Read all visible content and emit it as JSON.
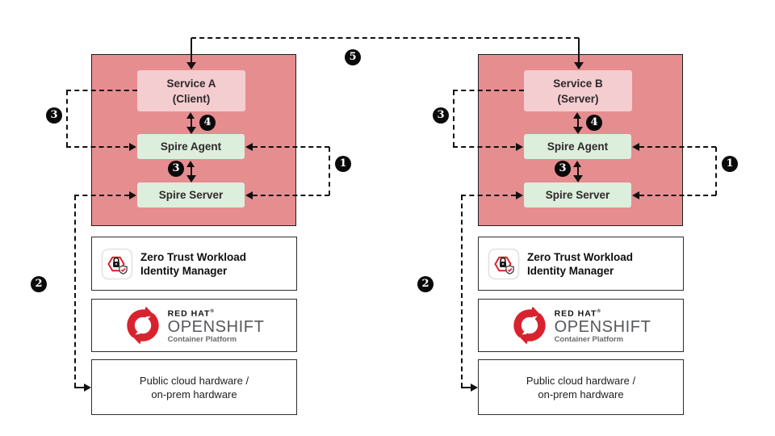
{
  "colors": {
    "container": "#E68D90",
    "service": "#F4CDD0",
    "spire": "#DCEEDC",
    "redhat_red": "#D8232E",
    "line": "#111111"
  },
  "badges": {
    "one": "1",
    "two": "2",
    "three": "3",
    "four": "4",
    "five": "5"
  },
  "clusters": [
    {
      "service_line1": "Service A",
      "service_line2": "(Client)",
      "agent_label": "Spire Agent",
      "server_label": "Spire Server",
      "operator_line1": "Zero Trust Workload",
      "operator_line2": "Identity Manager",
      "platform_brand": "RED HAT",
      "platform_trademark": "®",
      "platform_product": "OPENSHIFT",
      "platform_subtitle": "Container Platform",
      "hardware_line1": "Public cloud hardware /",
      "hardware_line2": "on-prem hardware"
    },
    {
      "service_line1": "Service B",
      "service_line2": "(Server)",
      "agent_label": "Spire Agent",
      "server_label": "Spire Server",
      "operator_line1": "Zero Trust Workload",
      "operator_line2": "Identity Manager",
      "platform_brand": "RED HAT",
      "platform_trademark": "®",
      "platform_product": "OPENSHIFT",
      "platform_subtitle": "Container Platform",
      "hardware_line1": "Public cloud hardware /",
      "hardware_line2": "on-prem hardware"
    }
  ]
}
